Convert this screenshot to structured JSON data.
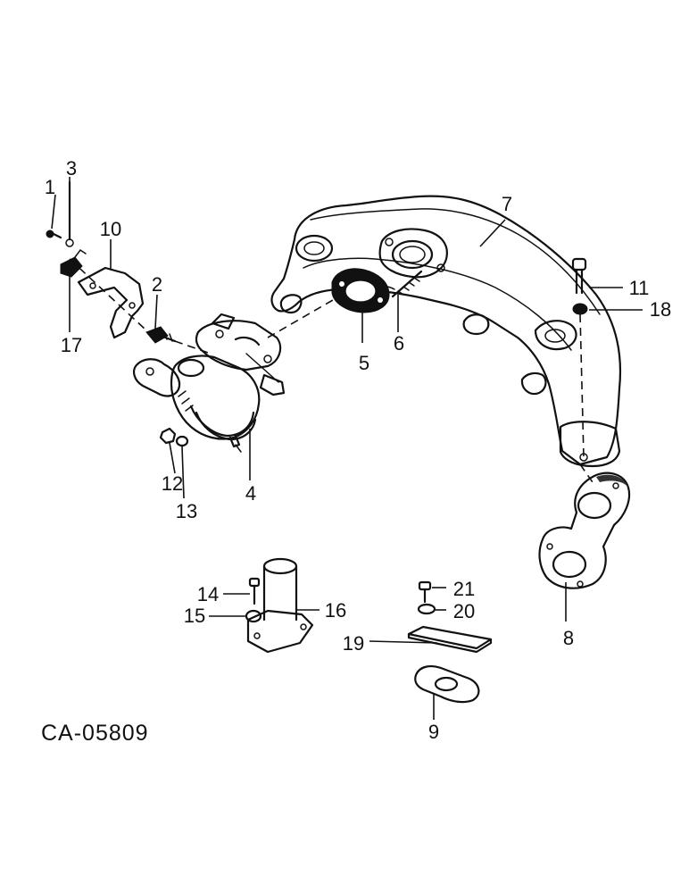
{
  "drawing_code": "CA-05809",
  "callouts": [
    {
      "id": "c1",
      "text": "1"
    },
    {
      "id": "c2",
      "text": "2"
    },
    {
      "id": "c3",
      "text": "3"
    },
    {
      "id": "c4",
      "text": "4"
    },
    {
      "id": "c5",
      "text": "5"
    },
    {
      "id": "c6",
      "text": "6"
    },
    {
      "id": "c7",
      "text": "7"
    },
    {
      "id": "c8",
      "text": "8"
    },
    {
      "id": "c9",
      "text": "9"
    },
    {
      "id": "c10",
      "text": "10"
    },
    {
      "id": "c11",
      "text": "11"
    },
    {
      "id": "c12",
      "text": "12"
    },
    {
      "id": "c13",
      "text": "13"
    },
    {
      "id": "c14",
      "text": "14"
    },
    {
      "id": "c15",
      "text": "15"
    },
    {
      "id": "c16",
      "text": "16"
    },
    {
      "id": "c17",
      "text": "17"
    },
    {
      "id": "c18",
      "text": "18"
    },
    {
      "id": "c19",
      "text": "19"
    },
    {
      "id": "c20",
      "text": "20"
    },
    {
      "id": "c21",
      "text": "21"
    }
  ]
}
